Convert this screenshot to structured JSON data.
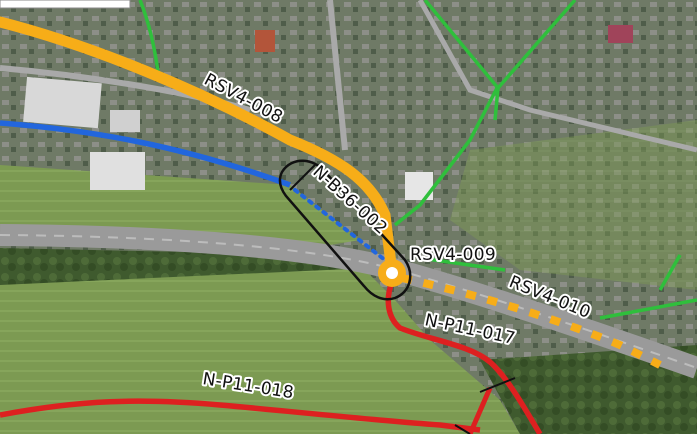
{
  "map": {
    "colors": {
      "rsv": "#f7ad18",
      "green_route": "#2fbf3c",
      "blue_route": "#2266dd",
      "red_route": "#dd2020",
      "highlight_outline": "#111111"
    },
    "labels": {
      "rsv4_008": "RSV4-008",
      "n_b36_002": "N-B36-002",
      "rsv4_009": "RSV4-009",
      "rsv4_010": "RSV4-010",
      "n_p11_017": "N-P11-017",
      "n_p11_018": "N-P11-018"
    }
  }
}
